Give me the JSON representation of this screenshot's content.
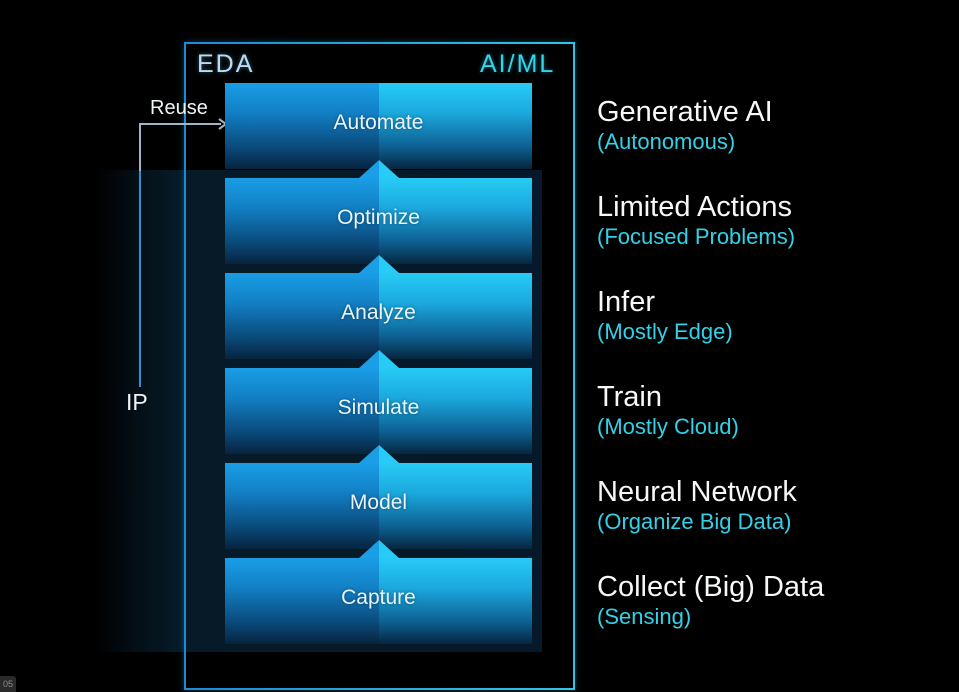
{
  "frame": {
    "left_label": "EDA",
    "right_label": "AI/ML"
  },
  "connector": {
    "reuse_label": "Reuse",
    "ip_label": "IP"
  },
  "blocks": [
    {
      "label": "Automate"
    },
    {
      "label": "Optimize"
    },
    {
      "label": "Analyze"
    },
    {
      "label": "Simulate"
    },
    {
      "label": "Model"
    },
    {
      "label": "Capture"
    }
  ],
  "ai_levels": [
    {
      "title": "Generative AI",
      "subtitle": "(Autonomous)"
    },
    {
      "title": "Limited Actions",
      "subtitle": "(Focused Problems)"
    },
    {
      "title": "Infer",
      "subtitle": "(Mostly Edge)"
    },
    {
      "title": "Train",
      "subtitle": "(Mostly Cloud)"
    },
    {
      "title": "Neural Network",
      "subtitle": "(Organize Big Data)"
    },
    {
      "title": "Collect (Big) Data",
      "subtitle": "(Sensing)"
    }
  ],
  "slide_number": "05",
  "colors": {
    "accent_cyan": "#33d1e8",
    "accent_blue": "#1d8ad6",
    "background": "#000000"
  }
}
